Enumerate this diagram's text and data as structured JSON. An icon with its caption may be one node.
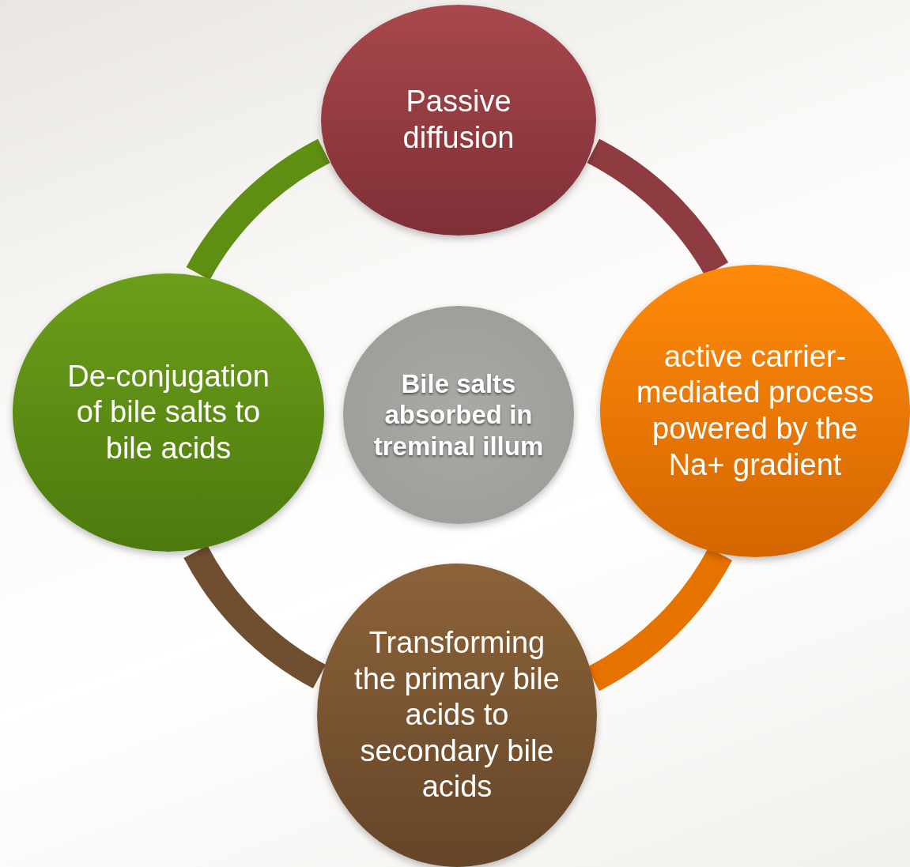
{
  "diagram": {
    "nodes": [
      {
        "text": [
          "Passive diffusion"
        ]
      },
      {
        "text": [
          "De-conjugation of bile salts to bile acids"
        ]
      },
      {
        "text": [
          "Bile salts absorbed in treminal illum"
        ]
      },
      {
        "text": [
          "active carrier-mediated process powered by the Na+ gradient"
        ]
      },
      {
        "text": [
          "Transforming the primary bile acids to secondary bile acids"
        ]
      }
    ],
    "edges": [
      {
        "from": 0,
        "to": 3,
        "arrow": "none",
        "color": "#8f3b42"
      },
      {
        "from": 3,
        "to": 4,
        "arrow": "none",
        "color": "#e67300"
      },
      {
        "from": 4,
        "to": 1,
        "arrow": "none",
        "color": "#6f4f30"
      },
      {
        "from": 1,
        "to": 0,
        "arrow": "none",
        "color": "#5e8e12"
      }
    ]
  }
}
